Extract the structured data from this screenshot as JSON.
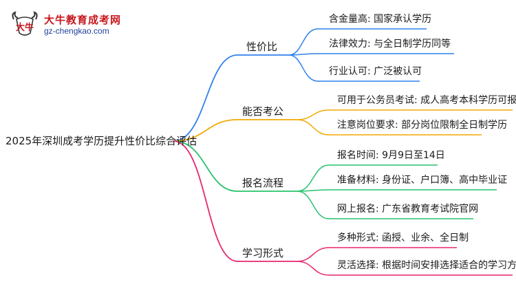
{
  "logo": {
    "name": "大牛教育成考网",
    "url": "gz-chengkao.com",
    "mark_text": "大牛"
  },
  "root": {
    "label": "2025年深圳成考学历提升性价比综合评估"
  },
  "colors": {
    "b1": "#2f80ed",
    "b2": "#f2a900",
    "b3": "#27c26c",
    "b4": "#e8246f"
  },
  "branches": [
    {
      "label": "性价比",
      "children": [
        "含金量高: 国家承认学历",
        "法律效力: 与全日制学历同等",
        "行业认可: 广泛被认可"
      ]
    },
    {
      "label": "能否考公",
      "children": [
        "可用于公务员考试: 成人高考本科学历可报考",
        "注意岗位要求: 部分岗位限制全日制学历"
      ]
    },
    {
      "label": "报名流程",
      "children": [
        "报名时间: 9月9日至14日",
        "准备材料: 身份证、户口簿、高中毕业证",
        "网上报名: 广东省教育考试院官网"
      ]
    },
    {
      "label": "学习形式",
      "children": [
        "多种形式: 函授、业余、全日制",
        "灵活选择: 根据时间安排选择适合的学习方式"
      ]
    }
  ]
}
